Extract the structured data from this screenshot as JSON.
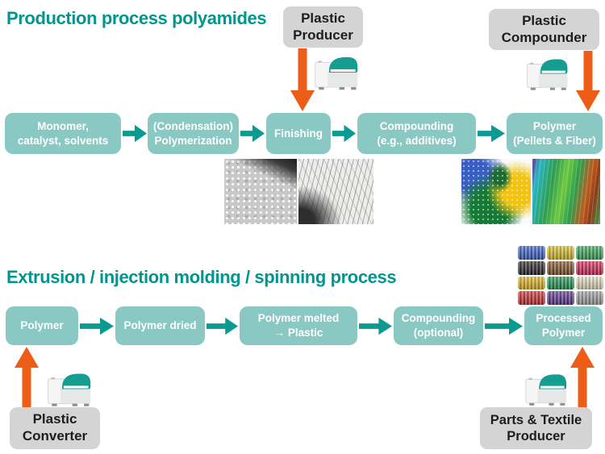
{
  "colors": {
    "box_teal": "#8AC8C3",
    "arrow_teal": "#0B9A92",
    "title_teal": "#00958E",
    "orange_arrow": "#EC5D17",
    "actor_gray": "#D4D4D4"
  },
  "top": {
    "title": "Production process polyamides",
    "boxes": [
      {
        "line1": "Monomer,",
        "line2": "catalyst, solvents"
      },
      {
        "line1": "(Condensation)",
        "line2": "Polymerization"
      },
      {
        "line1": "Finishing"
      },
      {
        "line1": "Compounding",
        "line2": "(e.g., additives)"
      },
      {
        "line1": "Polymer",
        "line2": "(Pellets & Fiber)"
      }
    ],
    "actors": [
      {
        "line1": "Plastic",
        "line2": "Producer"
      },
      {
        "line1": "Plastic",
        "line2": "Compounder"
      }
    ],
    "photos": [
      {
        "name": "pellets-bw-photo",
        "label": "polyamide pellets (grayscale)"
      },
      {
        "name": "fibers-bw-photo",
        "label": "polyamide fibers (grayscale)"
      },
      {
        "name": "pellets-color-photo",
        "label": "colored polymer pellets"
      },
      {
        "name": "fibers-color-photo",
        "label": "colored polymer fibers"
      }
    ]
  },
  "bottom": {
    "title": "Extrusion / injection molding / spinning process",
    "boxes": [
      {
        "line1": "Polymer"
      },
      {
        "line1": "Polymer dried"
      },
      {
        "line1": "Polymer melted",
        "line2": "→ Plastic"
      },
      {
        "line1": "Compounding",
        "line2": "(optional)"
      },
      {
        "line1": "Processed",
        "line2": "Polymer"
      }
    ],
    "actors": [
      {
        "line1": "Plastic",
        "line2": "Converter"
      },
      {
        "line1": "Parts & Textile",
        "line2": "Producer"
      }
    ],
    "spools_label": "colored thread spools",
    "spool_colors": [
      [
        "#2B55CC",
        "#DFC21C",
        "#2AA84F"
      ],
      [
        "#17171A",
        "#7C4A1C",
        "#D81A4E"
      ],
      [
        "#E5B512",
        "#0E9348",
        "#ECE0BF"
      ],
      [
        "#CE1F26",
        "#56278C",
        "#A0A0A2"
      ]
    ]
  },
  "icons": {
    "instrument": "nir-spectrometer-analyzer",
    "flow_arrow": "right-arrow",
    "actor_arrow": "vertical-orange-arrow"
  }
}
